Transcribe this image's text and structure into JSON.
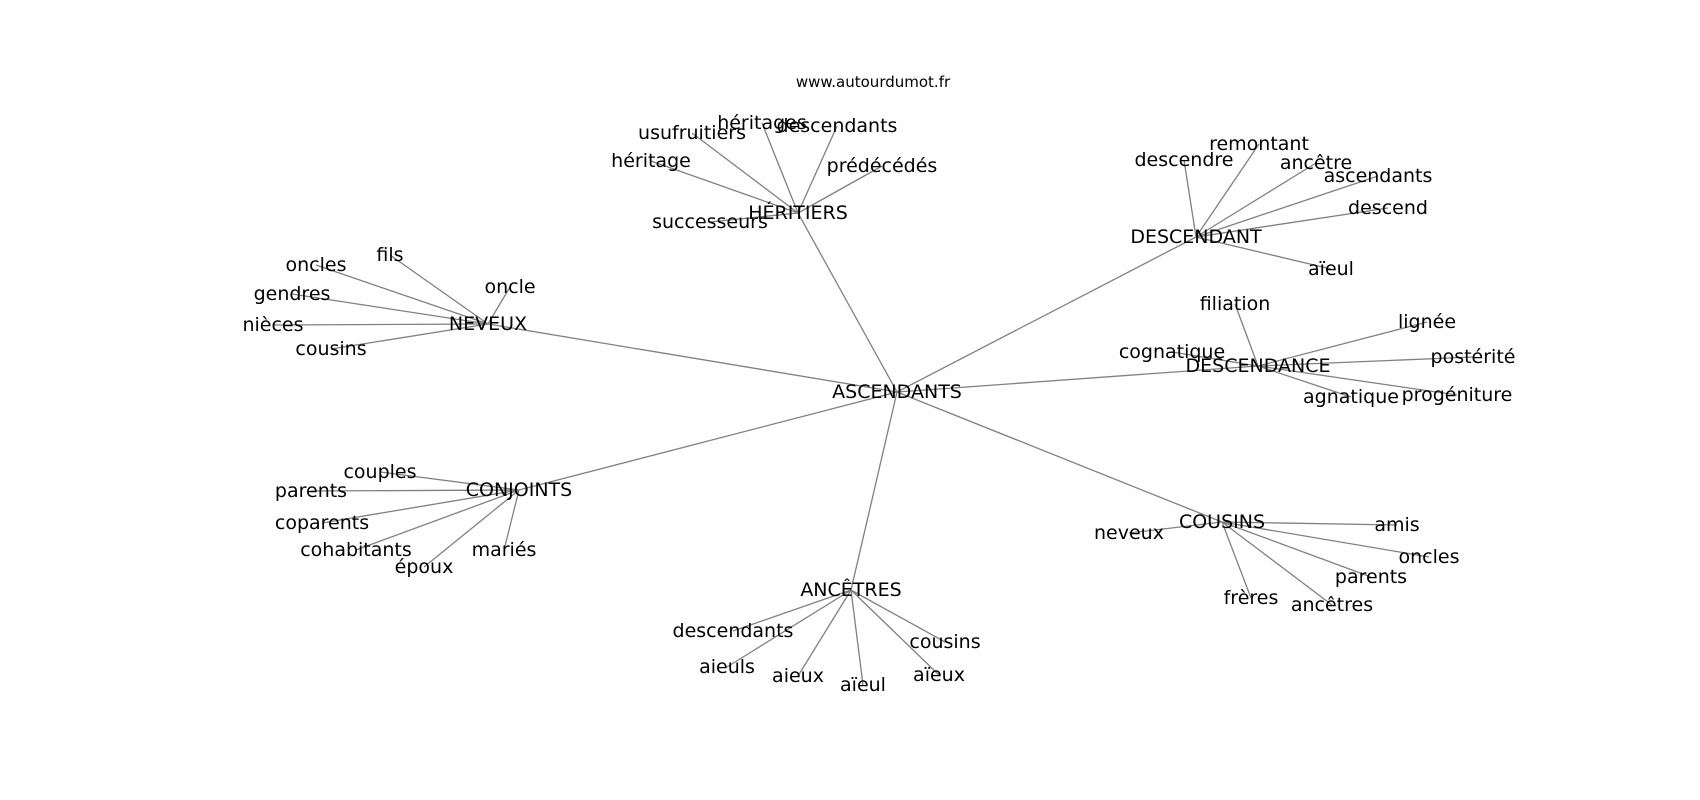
{
  "source": "www.autourdumot.fr",
  "root": "ASCENDANTS",
  "groups": [
    {
      "label": "HÉRITIERS",
      "children": [
        "héritage",
        "usufruitiers",
        "héritages",
        "descendants",
        "prédécédés",
        "successeurs"
      ]
    },
    {
      "label": "DESCENDANT",
      "children": [
        "descendre",
        "remontant",
        "ancêtre",
        "ascendants",
        "descend",
        "aïeul"
      ]
    },
    {
      "label": "NEVEUX",
      "children": [
        "oncles",
        "fils",
        "oncle",
        "gendres",
        "nièces",
        "cousins"
      ]
    },
    {
      "label": "DESCENDANCE",
      "children": [
        "filiation",
        "lignée",
        "cognatique",
        "postérité",
        "agnatique",
        "progéniture"
      ]
    },
    {
      "label": "CONJOINTS",
      "children": [
        "couples",
        "parents",
        "coparents",
        "cohabitants",
        "époux",
        "mariés"
      ]
    },
    {
      "label": "COUSINS",
      "children": [
        "neveux",
        "amis",
        "oncles",
        "parents",
        "frères",
        "ancêtres"
      ]
    },
    {
      "label": "ANCÊTRES",
      "children": [
        "descendants",
        "aieuls",
        "aieux",
        "aïeul",
        "aïeux",
        "cousins"
      ]
    }
  ]
}
